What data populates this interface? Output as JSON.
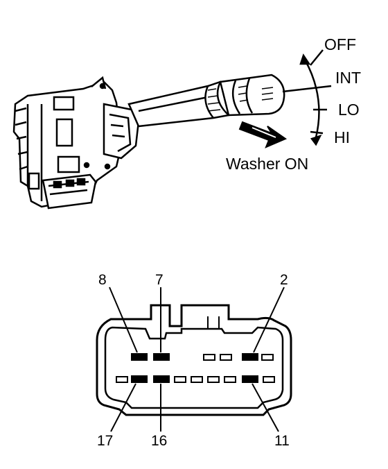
{
  "switch": {
    "positions": [
      "OFF",
      "INT",
      "LO",
      "HI"
    ],
    "washer_label": "Washer ON"
  },
  "connector": {
    "top_pins": [
      "8",
      "7",
      "2"
    ],
    "bottom_pins": [
      "17",
      "16",
      "11"
    ]
  }
}
